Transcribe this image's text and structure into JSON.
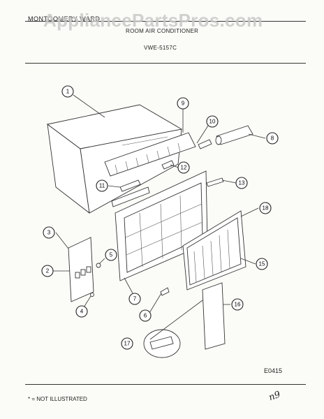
{
  "header": {
    "brand": "MONTGOMERY WARD",
    "watermark": "AppliancePartsPros.com",
    "title": "ROOM AIR CONDITIONER",
    "model": "VWE-5157C"
  },
  "diagram": {
    "code": "E0415",
    "footnote": "* = NOT ILLUSTRATED",
    "callouts": [
      "1",
      "2",
      "3",
      "4",
      "5",
      "6",
      "7",
      "8",
      "9",
      "10",
      "11",
      "12",
      "13",
      "15",
      "16",
      "17",
      "18"
    ]
  },
  "colors": {
    "ink": "#222222",
    "paper": "#fbfbf7",
    "watermark": "#c9c9c9"
  }
}
